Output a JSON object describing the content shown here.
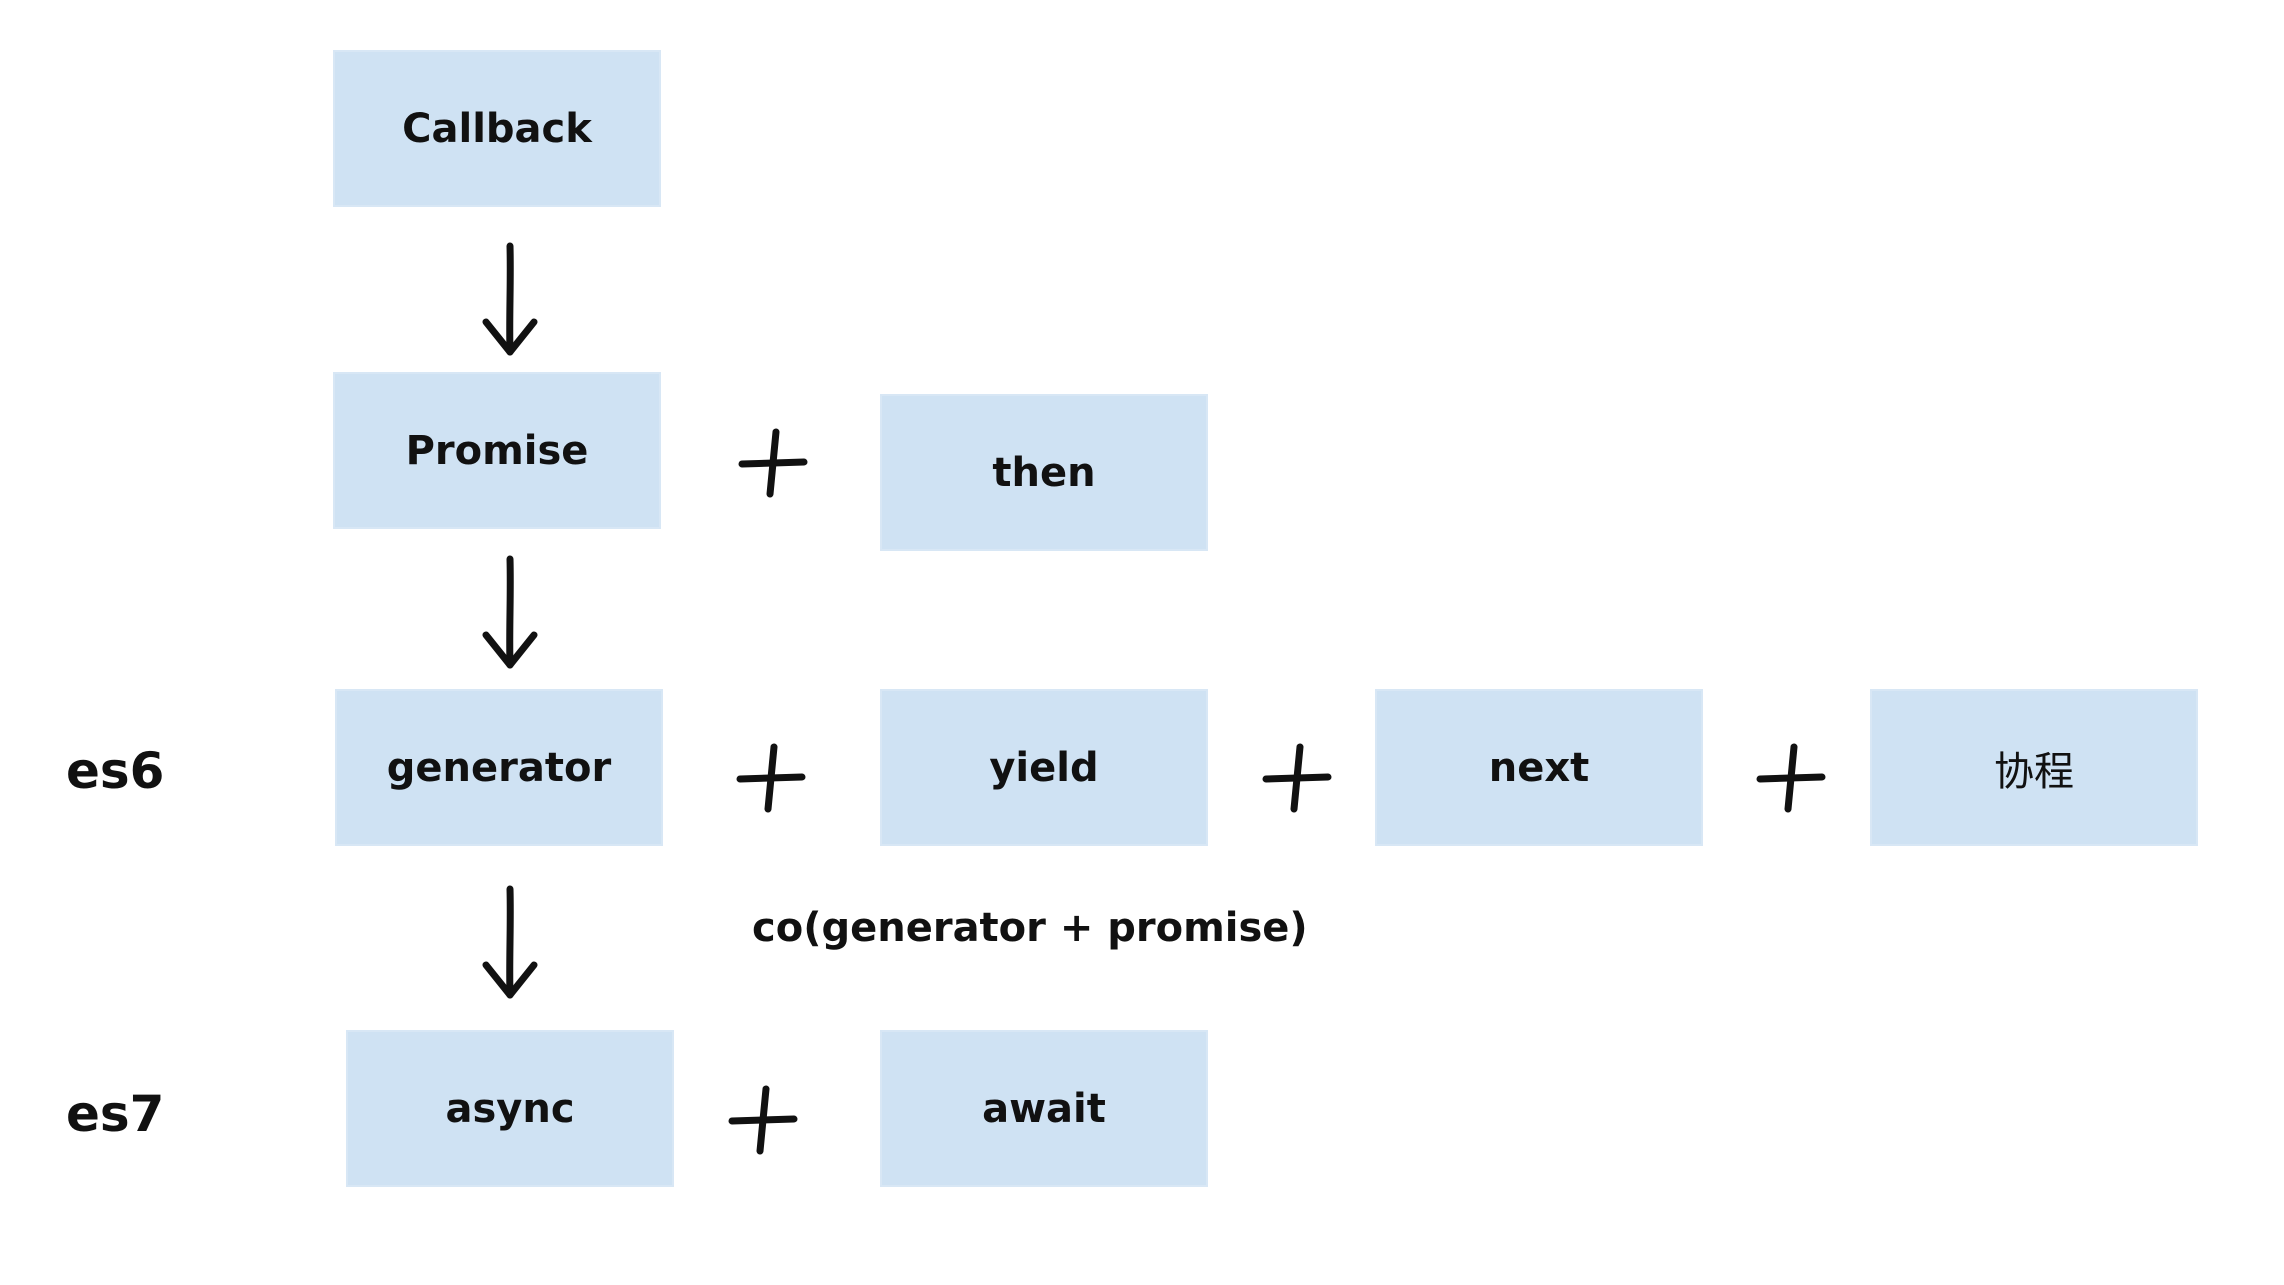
{
  "diagram": {
    "nodes": {
      "callback": "Callback",
      "promise": "Promise",
      "then": "then",
      "generator": "generator",
      "yield": "yield",
      "next": "next",
      "coroutine": "协程",
      "async": "async",
      "await": "await"
    },
    "row_labels": {
      "es6": "es6",
      "es7": "es7"
    },
    "annotation": "co(generator + promise)"
  }
}
